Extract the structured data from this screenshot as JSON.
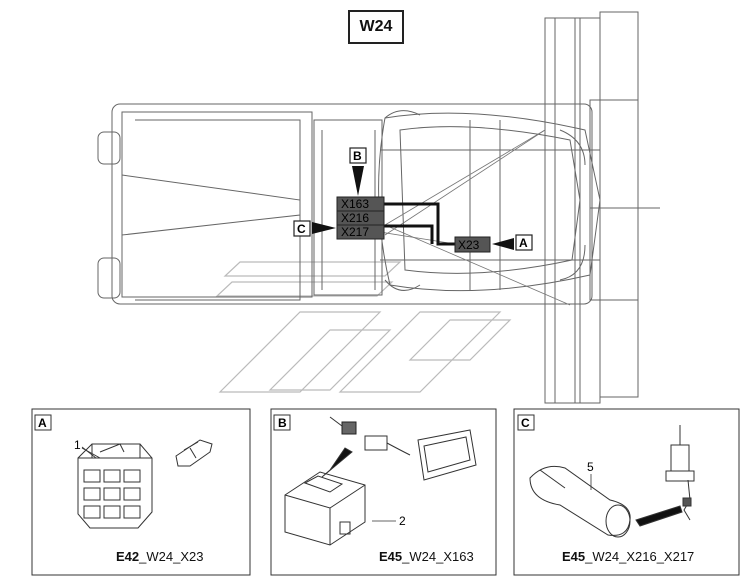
{
  "title": "W24",
  "connectors": [
    "X163",
    "X216",
    "X217",
    "X23"
  ],
  "callouts": {
    "a": "A",
    "b": "B",
    "c": "C"
  },
  "panels": [
    {
      "letter": "A",
      "item": "1",
      "code": "E42",
      "rest": "_W24_X23"
    },
    {
      "letter": "B",
      "item": "2",
      "code": "E45",
      "rest": "_W24_X163"
    },
    {
      "letter": "C",
      "item": "5",
      "code": "E45",
      "rest": "_W24_X216_X217"
    }
  ],
  "colors": {
    "line": "#555555",
    "harness": "#111111",
    "connector_fill": "#555555",
    "watermark": "#bbbbbb"
  }
}
